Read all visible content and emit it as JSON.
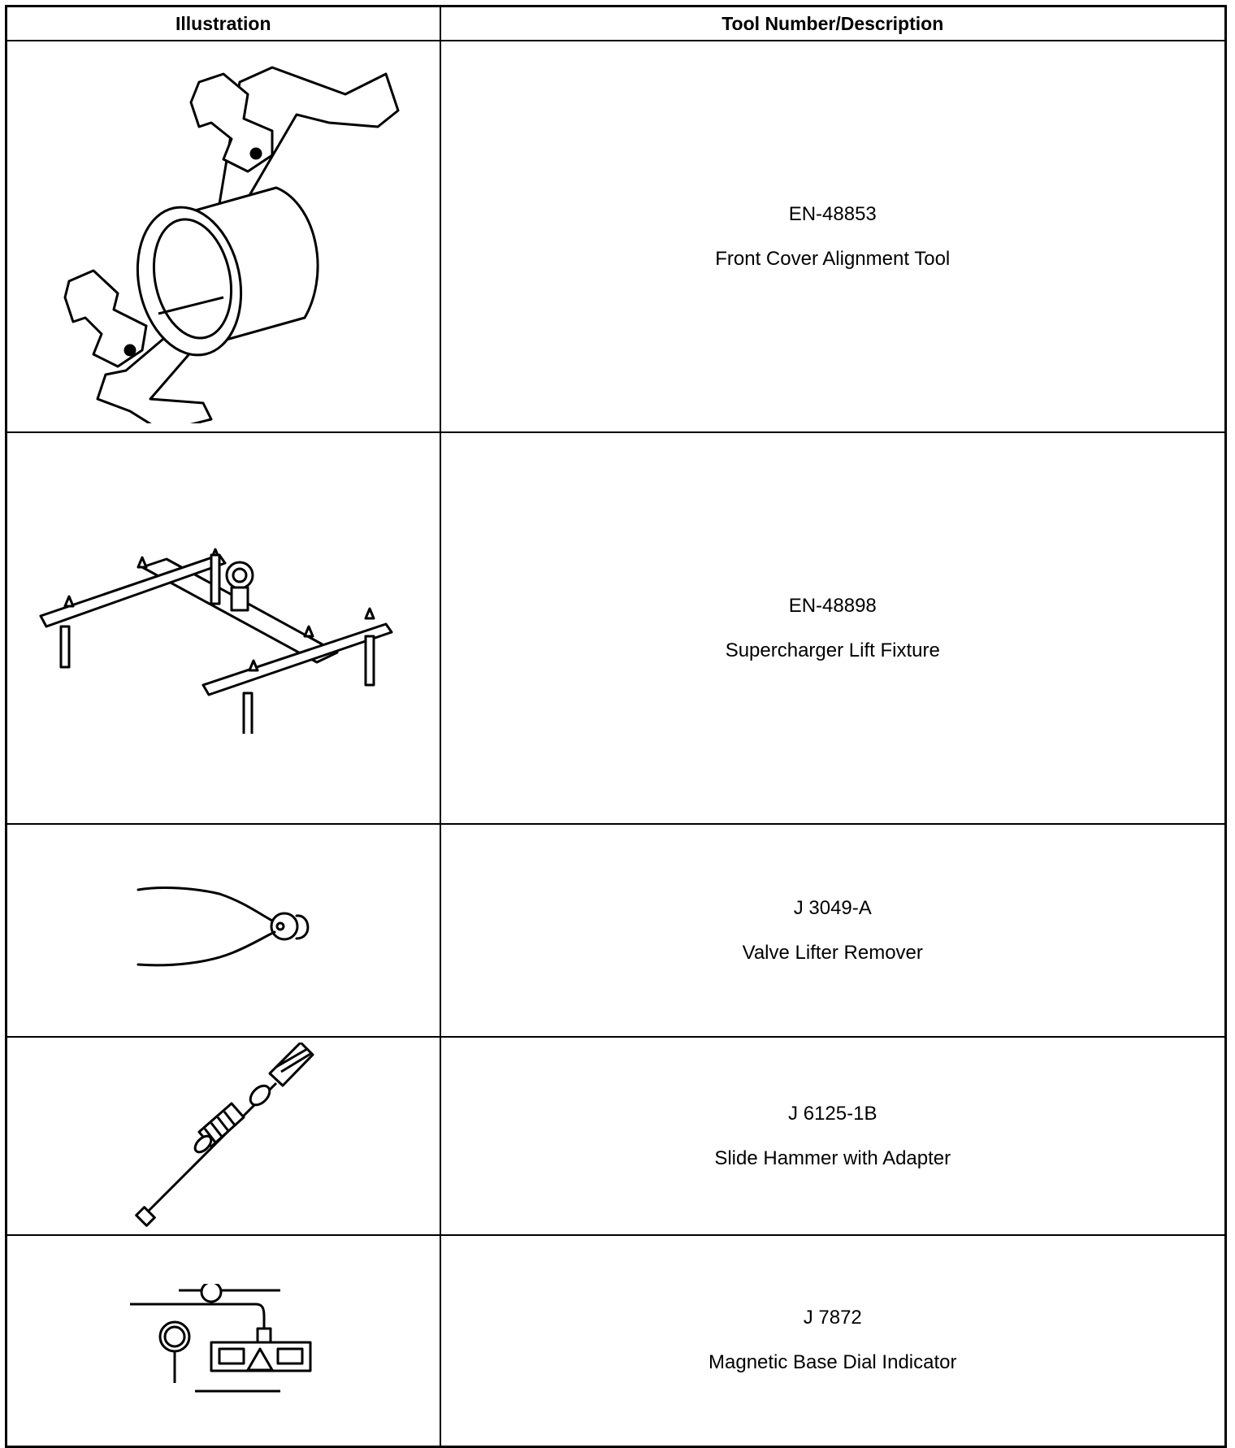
{
  "table": {
    "headers": {
      "illustration": "Illustration",
      "description": "Tool Number/Description"
    },
    "rows": [
      {
        "tool_number": "EN-48853",
        "description": "Front Cover Alignment Tool",
        "icon": "front-cover-alignment-tool-icon"
      },
      {
        "tool_number": "EN-48898",
        "description": "Supercharger Lift Fixture",
        "icon": "supercharger-lift-fixture-icon"
      },
      {
        "tool_number": "J 3049-A",
        "description": "Valve Lifter Remover",
        "icon": "valve-lifter-remover-icon"
      },
      {
        "tool_number": "J 6125-1B",
        "description": "Slide Hammer with Adapter",
        "icon": "slide-hammer-icon"
      },
      {
        "tool_number": "J 7872",
        "description": "Magnetic Base Dial Indicator",
        "icon": "dial-indicator-icon"
      }
    ]
  }
}
